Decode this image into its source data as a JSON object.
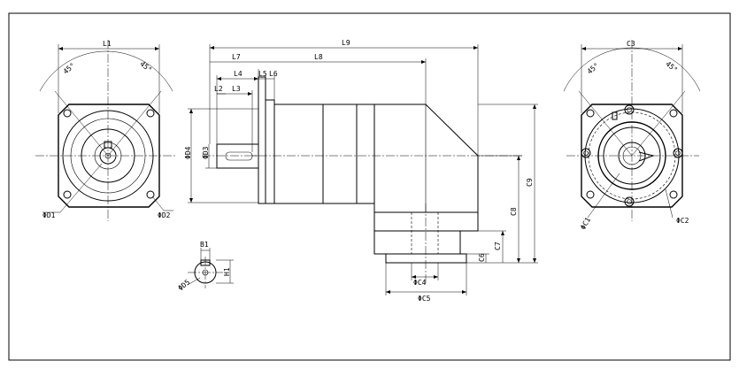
{
  "labels": {
    "L1": "L1",
    "L2": "L2",
    "L3": "L3",
    "L4": "L4",
    "L5": "L5",
    "L6": "L6",
    "L7": "L7",
    "L8": "L8",
    "L9": "L9",
    "C3": "C3",
    "C4": "ΦC4",
    "C5": "ΦC5",
    "C6": "C6",
    "C7": "C7",
    "C8": "C8",
    "C9": "C9",
    "C1": "ΦC1",
    "C2": "ΦC2",
    "D1": "ΦD1",
    "D2": "ΦD2",
    "D3": "ΦD3",
    "D4": "ΦD4",
    "D5": "ΦD5",
    "B1": "B1",
    "H1": "H1",
    "angle_left_a": "45°",
    "angle_left_b": "45°",
    "angle_right_a": "45°",
    "angle_right_b": "45°"
  }
}
